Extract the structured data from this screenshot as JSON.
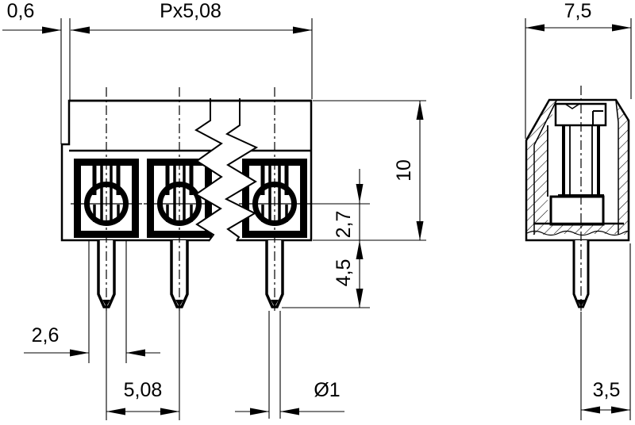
{
  "drawing": {
    "type": "technical-dimension-drawing",
    "subject": "screw terminal block, front view (3 poles with break) and sectioned side view",
    "colors": {
      "line": "#000000",
      "background": "#ffffff"
    },
    "dimensions": {
      "end_offset": "0,6",
      "pitch_formula": "Px5,08",
      "side_width": "7,5",
      "body_height": "10",
      "screw_axis_height": "2,7",
      "pin_length": "4,5",
      "bottom_slot_width": "2,6",
      "pin_pitch": "5,08",
      "pin_diameter": "Ø1",
      "pin_to_edge": "3,5"
    }
  }
}
